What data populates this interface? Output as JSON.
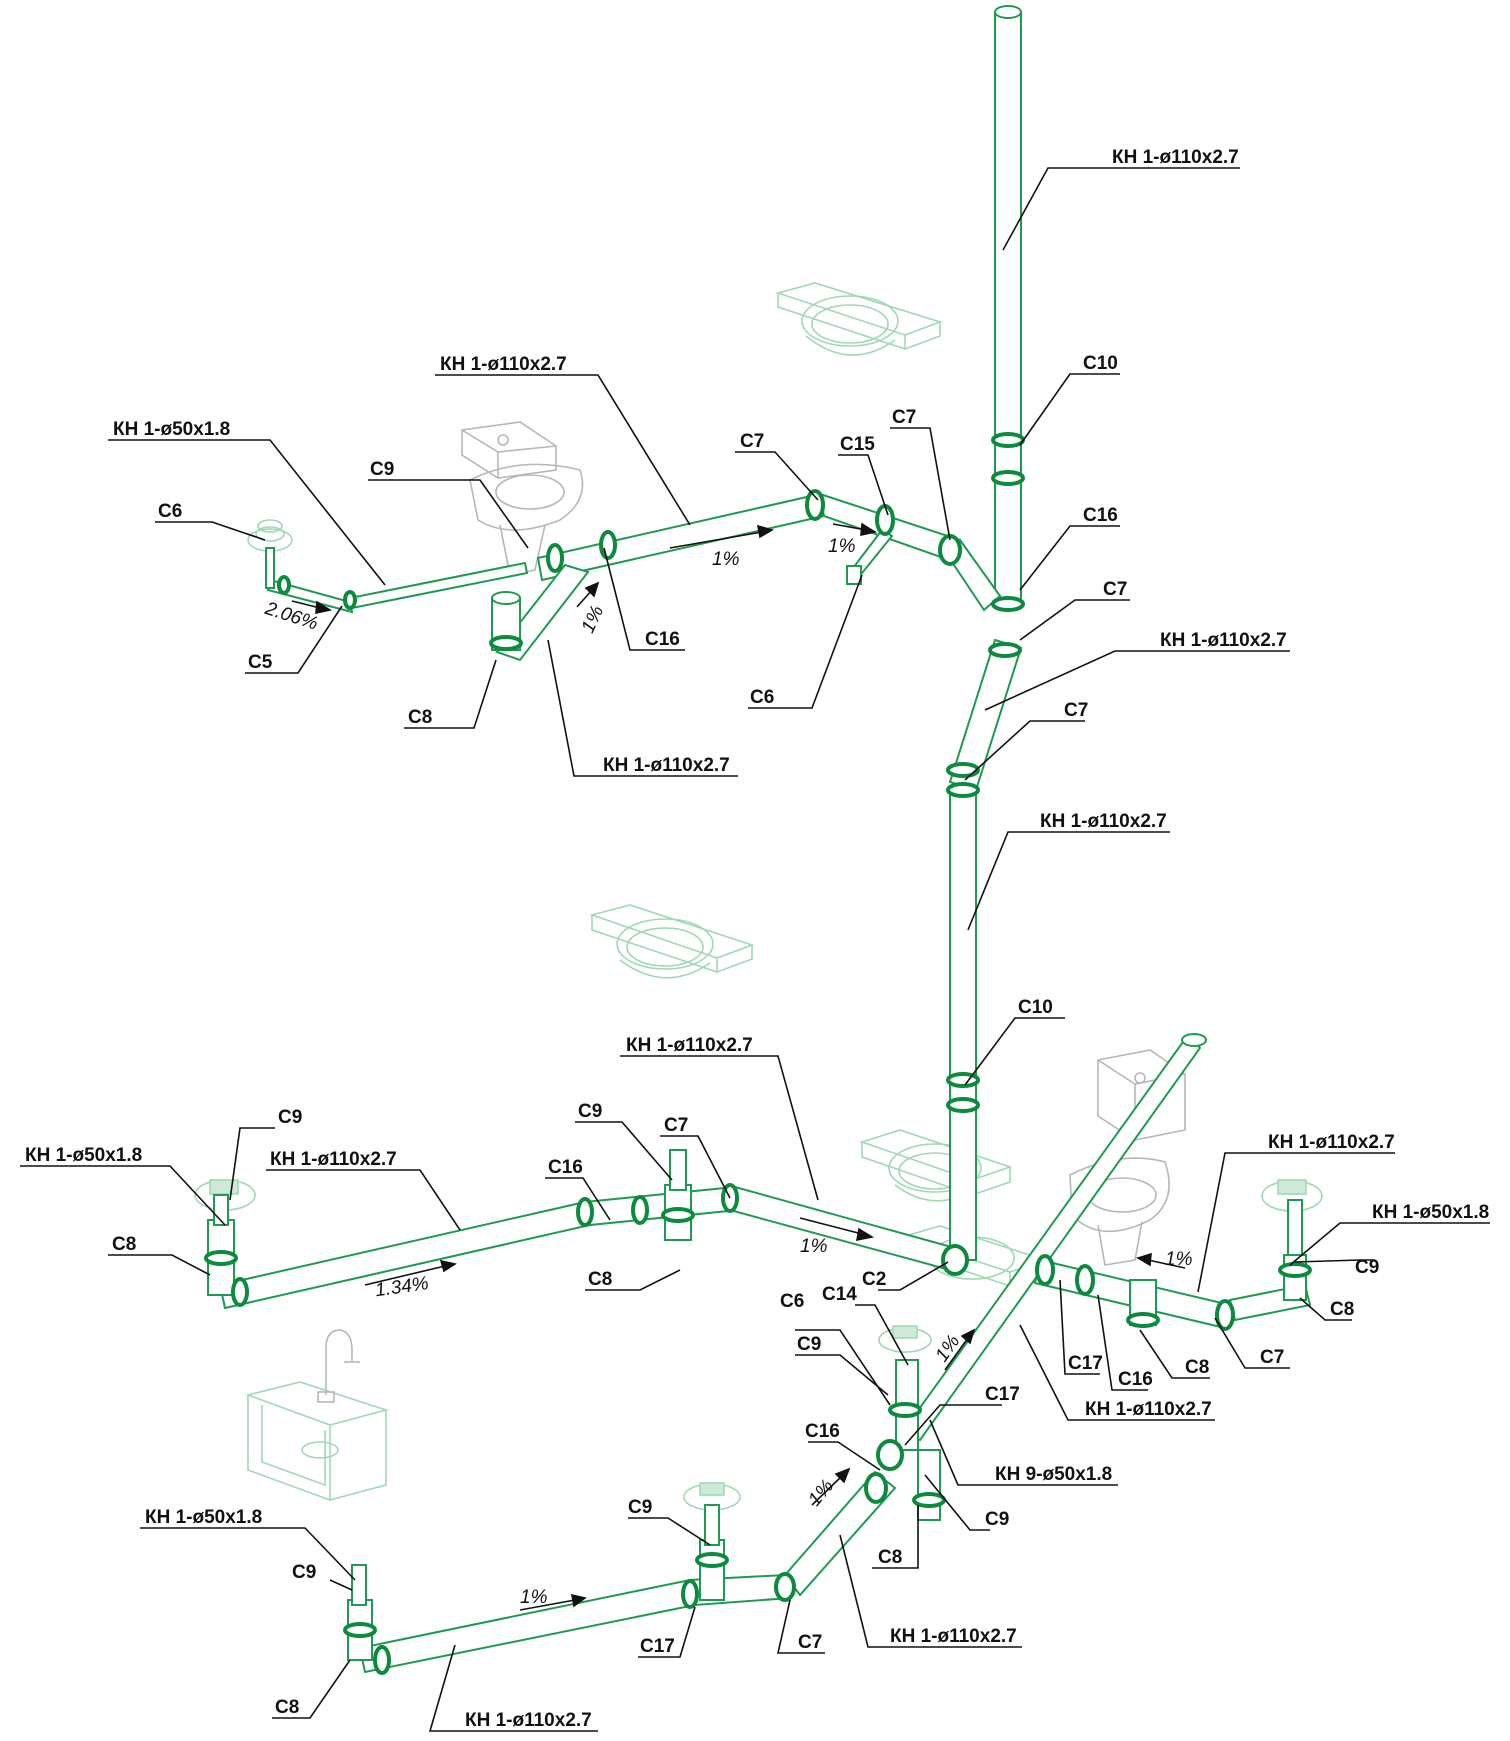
{
  "colors": {
    "pipe": "#1f9a52",
    "joint": "#0c8a3e",
    "fixture": "#9fd9b4",
    "fixture_grey": "#b7b7b7",
    "label": "#111111"
  },
  "labels": {
    "riser_top": "КН 1-ø110х2.7",
    "c10_top": "С10",
    "c16_top": "С16",
    "c7_riser1": "С7",
    "riser_mid": "КН 1-ø110х2.7",
    "c7_riser2": "С7",
    "riser_low": "КН 1-ø110х2.7",
    "c10_low": "С10",
    "upper_main": "КН 1-ø110х2.7",
    "upper_c7": "С7",
    "upper_c15": "С15",
    "upper_c7b": "С7",
    "upper_left_pipe": "КН 1-ø50х1.8",
    "upper_c9": "С9",
    "upper_c6_left": "С6",
    "upper_c5": "С5",
    "upper_c16": "С16",
    "upper_c6_mid": "С6",
    "upper_c8": "С8",
    "upper_branch": "КН 1-ø110х2.7",
    "low_main": "КН 1-ø110х2.7",
    "low_c9_a": "С9",
    "low_c7_a": "С7",
    "low_left_pipe": "КН 1-ø50х1.8",
    "low_left_main": "КН 1-ø110х2.7",
    "low_c16_a": "С16",
    "low_c8_left": "С8",
    "low_c8_mid": "С8",
    "low_c2": "С2",
    "right_main": "КН 1-ø110х2.7",
    "right_pipe50": "КН 1-ø50х1.8",
    "right_c9": "С9",
    "right_c8a": "С8",
    "right_c7": "С7",
    "right_c17": "С17",
    "right_c16": "С16",
    "right_c8b": "С8",
    "right_diag": "КН 1-ø110х2.7",
    "c14": "С14",
    "c6_mid": "С6",
    "c9_mid": "С9",
    "c17_mid": "С17",
    "c16_mid": "С16",
    "kn9": "КН 9-ø50х1.8",
    "c9_mid2": "С9",
    "c8_mid2": "С8",
    "bottom_main2": "КН 1-ø110х2.7",
    "c7_bottom": "С7",
    "bottom_c9_b": "С9",
    "bottom_c17": "С17",
    "bottom_pipe50": "КН 1-ø50х1.8",
    "bottom_c9": "С9",
    "bottom_c8": "С8",
    "bottom_main": "КН 1-ø110х2.7"
  },
  "slopes": {
    "upper_1pct_a": "1%",
    "upper_1pct_b": "1%",
    "upper_1pct_c": "1%",
    "upper_206": "2.06%",
    "low_134": "1.34%",
    "low_1pct": "1%",
    "right_1pct": "1%",
    "diag_1pct": "1%",
    "bottom_1pct_a": "1%",
    "bottom_1pct_b": "1%"
  },
  "icons": [
    "washbasin-icon",
    "toilet-icon",
    "floor-drain-icon",
    "sink-icon",
    "faucet-icon"
  ]
}
